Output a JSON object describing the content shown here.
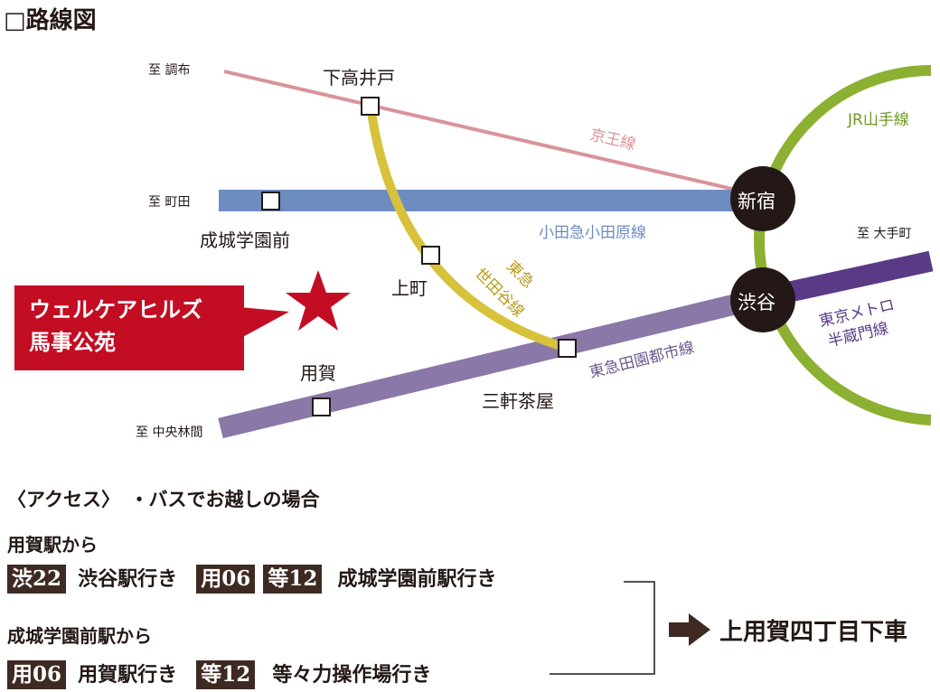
{
  "heading": "□路線図",
  "colors": {
    "keio": "#d99499",
    "odakyu": "#6d8cc0",
    "setagaya": "#d8c23c",
    "denentoshi": "#8a78a8",
    "hanzomon": "#5a3a86",
    "yamanote": "#8cb031",
    "hub": "#231815",
    "callout": "#c30d23",
    "tag": "#3e2a22"
  },
  "directions": {
    "chofu": "至 調布",
    "machida": "至 町田",
    "chuo_rinkan": "至 中央林間",
    "otemachi": "至 大手町"
  },
  "stations": {
    "shimotakaido": "下高井戸",
    "seijogakuenmae": "成城学園前",
    "kamimachi": "上町",
    "youga": "用賀",
    "sangenjaya": "三軒茶屋",
    "shinjuku": "新宿",
    "shibuya": "渋谷"
  },
  "lines": {
    "keio": "京王線",
    "odakyu": "小田急小田原線",
    "setagaya_1": "東急",
    "setagaya_2": "世田谷線",
    "denentoshi": "東急田園都市線",
    "hanzomon_1": "東京メトロ",
    "hanzomon_2": "半蔵門線",
    "yamanote": "JR山手線"
  },
  "callout": {
    "line1": "ウェルケアヒルズ",
    "line2": "馬事公苑"
  },
  "access": {
    "header": "〈アクセス〉　・バスでお越しの場合",
    "from_youga": "用賀駅から",
    "route1": {
      "tag1": "渋22",
      "text1": "渋谷駅行き",
      "tag2": "用06",
      "tag3": "等12",
      "text2": "成城学園前駅行き"
    },
    "from_seijo": "成城学園前駅から",
    "route2": {
      "tag1": "用06",
      "text1": "用賀駅行き",
      "tag2": "等12",
      "text2": "等々力操作場行き"
    },
    "destination": "上用賀四丁目下車"
  }
}
